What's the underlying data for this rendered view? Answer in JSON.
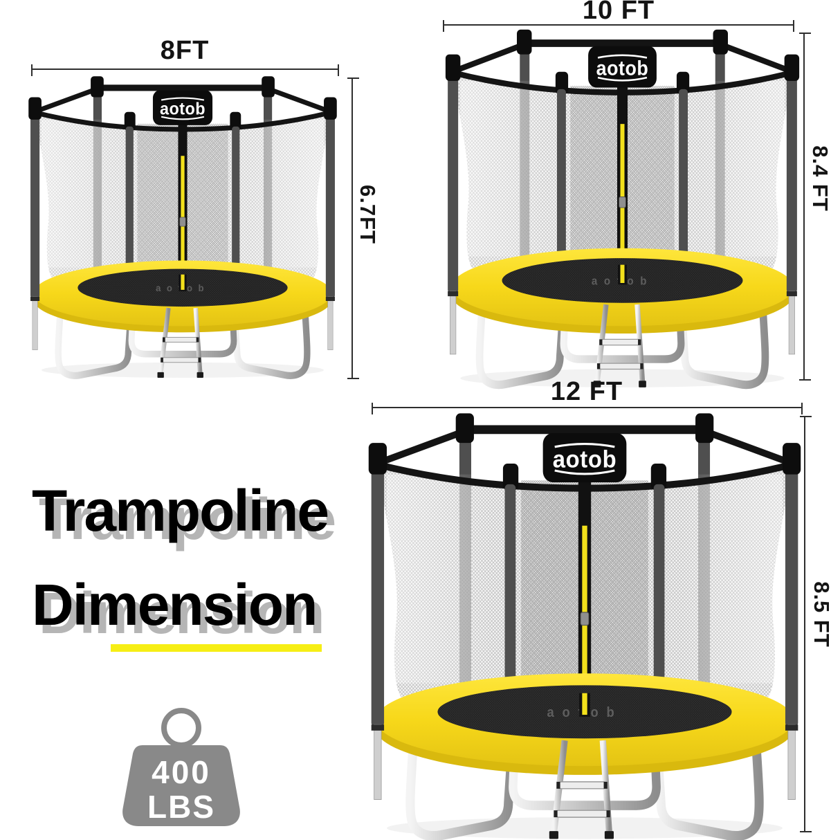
{
  "title": {
    "line1": "Trampoline",
    "line2": "Dimension",
    "shadow_color": "#b5b5b5",
    "underline_color": "#f6ee15"
  },
  "brand": "aotob",
  "weight_badge": {
    "value": "400",
    "unit": "LBS",
    "icon_color": "#898989",
    "text_color": "#ffffff"
  },
  "figures": [
    {
      "id": "8ft",
      "width_label": "8FT",
      "height_label": "6.7FT"
    },
    {
      "id": "10ft",
      "width_label": "10 FT",
      "height_label": "8.4 FT"
    },
    {
      "id": "12ft",
      "width_label": "12 FT",
      "height_label": "8.5 FT"
    }
  ],
  "colors": {
    "pad_yellow": "#f7d81a",
    "pad_yellow_dark": "#d9b90e",
    "zipper_yellow": "#f2e01c",
    "pole_gray": "#4f4f4f",
    "frame_black": "#141414",
    "mat_black": "#1e1e1e",
    "net_line": "#b8b8b8",
    "dim_line": "#2e2e2e"
  }
}
